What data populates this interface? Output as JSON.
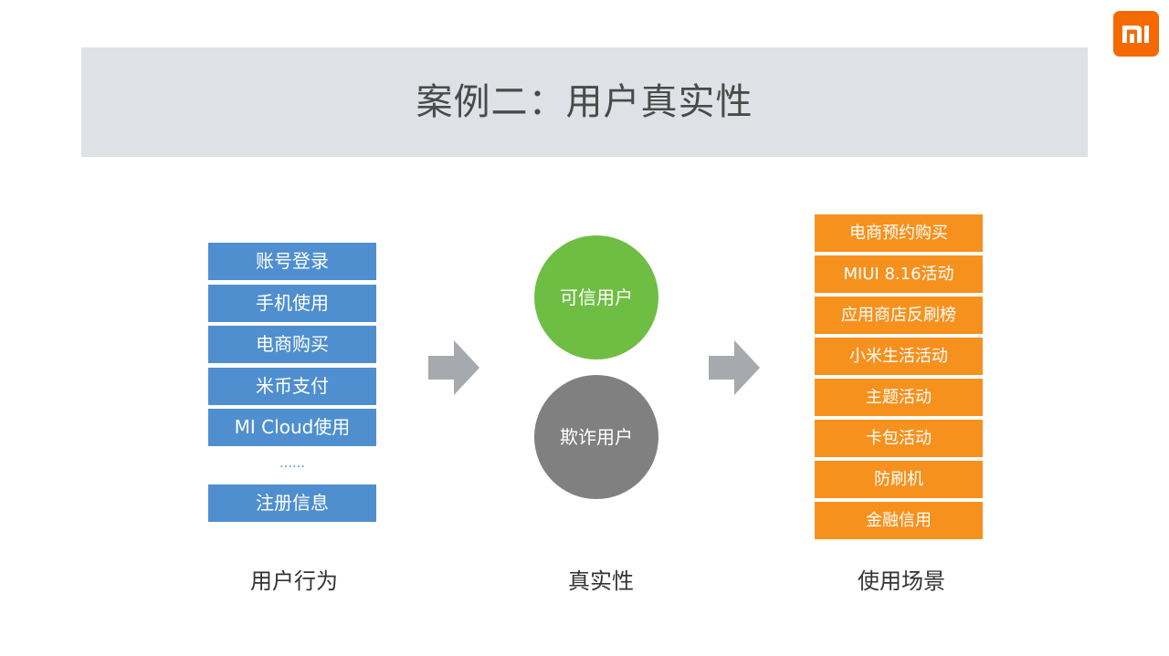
{
  "logo": {
    "icon": "mi-logo-icon",
    "color": "#f56a00"
  },
  "title": "案例二：用户真实性",
  "columns": {
    "behavior": {
      "label": "用户行为",
      "items": [
        "账号登录",
        "手机使用",
        "电商购买",
        "米币支付",
        "MI Cloud使用"
      ],
      "ellipsis": "……",
      "last_item": "注册信息",
      "color": "#4f8fcf"
    },
    "authenticity": {
      "label": "真实性",
      "trusted": "可信用户",
      "fraud": "欺诈用户",
      "trusted_color": "#6fbe44",
      "fraud_color": "#808080"
    },
    "scenarios": {
      "label": "使用场景",
      "items": [
        "电商预约购买",
        "MIUI 8.16活动",
        "应用商店反刷榜",
        "小米生活活动",
        "主题活动",
        "卡包活动",
        "防刷机",
        "金融信用"
      ],
      "color": "#f7911e"
    }
  },
  "arrows": {
    "icon": "right-arrow-icon",
    "color": "#a6a9ae"
  }
}
